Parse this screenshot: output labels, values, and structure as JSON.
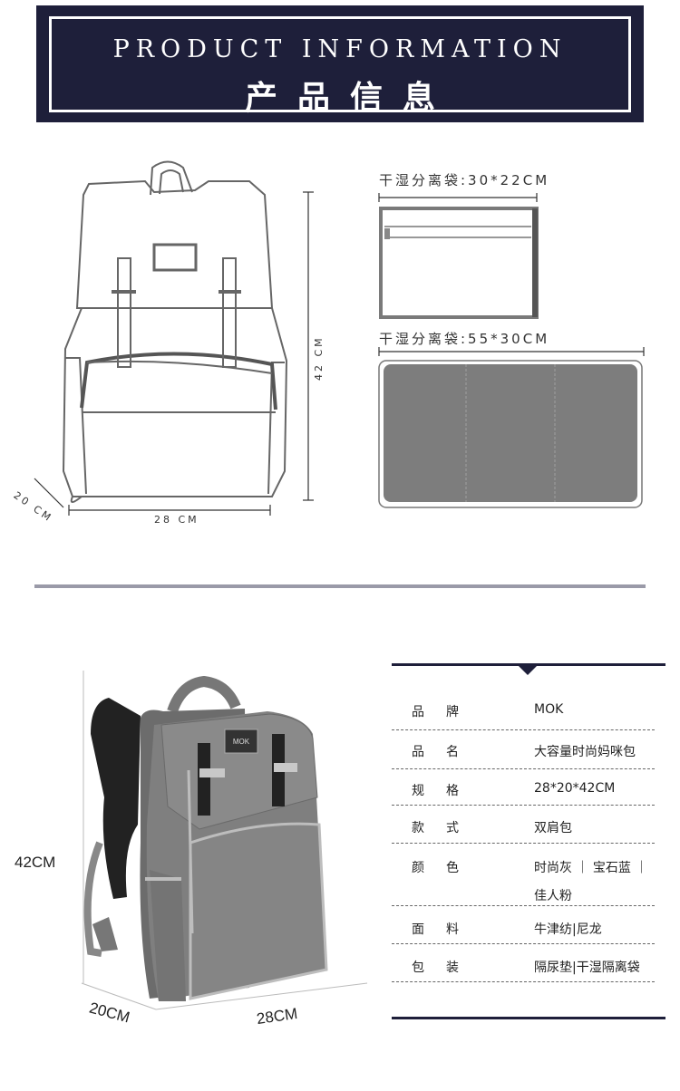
{
  "header": {
    "title_en": "PRODUCT INFORMATION",
    "title_cn": "产品信息"
  },
  "sketch": {
    "height_label": "42 CM",
    "depth_label": "20 CM",
    "width_label": "28 CM"
  },
  "pouches": {
    "small_label": "干湿分离袋:30*22CM",
    "large_label": "干湿分离袋:55*30CM"
  },
  "photo": {
    "height_label": "42CM",
    "depth_label": "20CM",
    "width_label": "28CM"
  },
  "specs": [
    {
      "label": "品牌",
      "value": "MOK"
    },
    {
      "label": "品名",
      "value": "大容量时尚妈咪包"
    },
    {
      "label": "规格",
      "value": "28*20*42CM"
    },
    {
      "label": "款式",
      "value": "双肩包"
    },
    {
      "label": "颜色",
      "value": "时尚灰 ｜ 宝石蓝 ｜",
      "value2": "佳人粉"
    },
    {
      "label": "面料",
      "value": "牛津纺|尼龙"
    },
    {
      "label": "包装",
      "value": "隔尿垫|干湿隔离袋"
    }
  ],
  "colors": {
    "banner_bg": "#1e1f3a",
    "bag_gray": "#7d7d7d"
  }
}
